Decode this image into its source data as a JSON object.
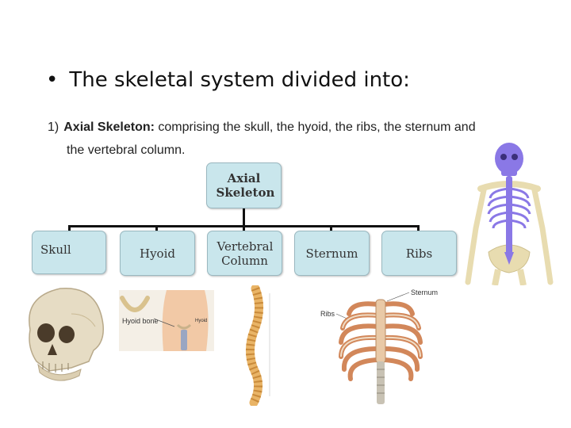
{
  "heading": {
    "bullet": "•",
    "text": "The skeletal system divided into:"
  },
  "description": {
    "number": "1)",
    "term": "Axial Skeleton:",
    "line1": "comprising the skull, the hyoid, the ribs, the sternum and",
    "line2": "the vertebral column."
  },
  "diagram": {
    "root": "Axial Skeleton",
    "children": [
      "Skull",
      "Hyoid",
      "Vertebral Column",
      "Sternum",
      "Ribs"
    ]
  },
  "figure_labels": {
    "hyoid_left": "Hyoid bone",
    "hyoid_right": "Hyoid",
    "ribcage_ribs": "Ribs",
    "ribcage_sternum": "Sternum"
  },
  "colors": {
    "box_fill": "#c9e6ec",
    "axial_highlight": "#8a78e6",
    "bone": "#e8dcb0"
  }
}
